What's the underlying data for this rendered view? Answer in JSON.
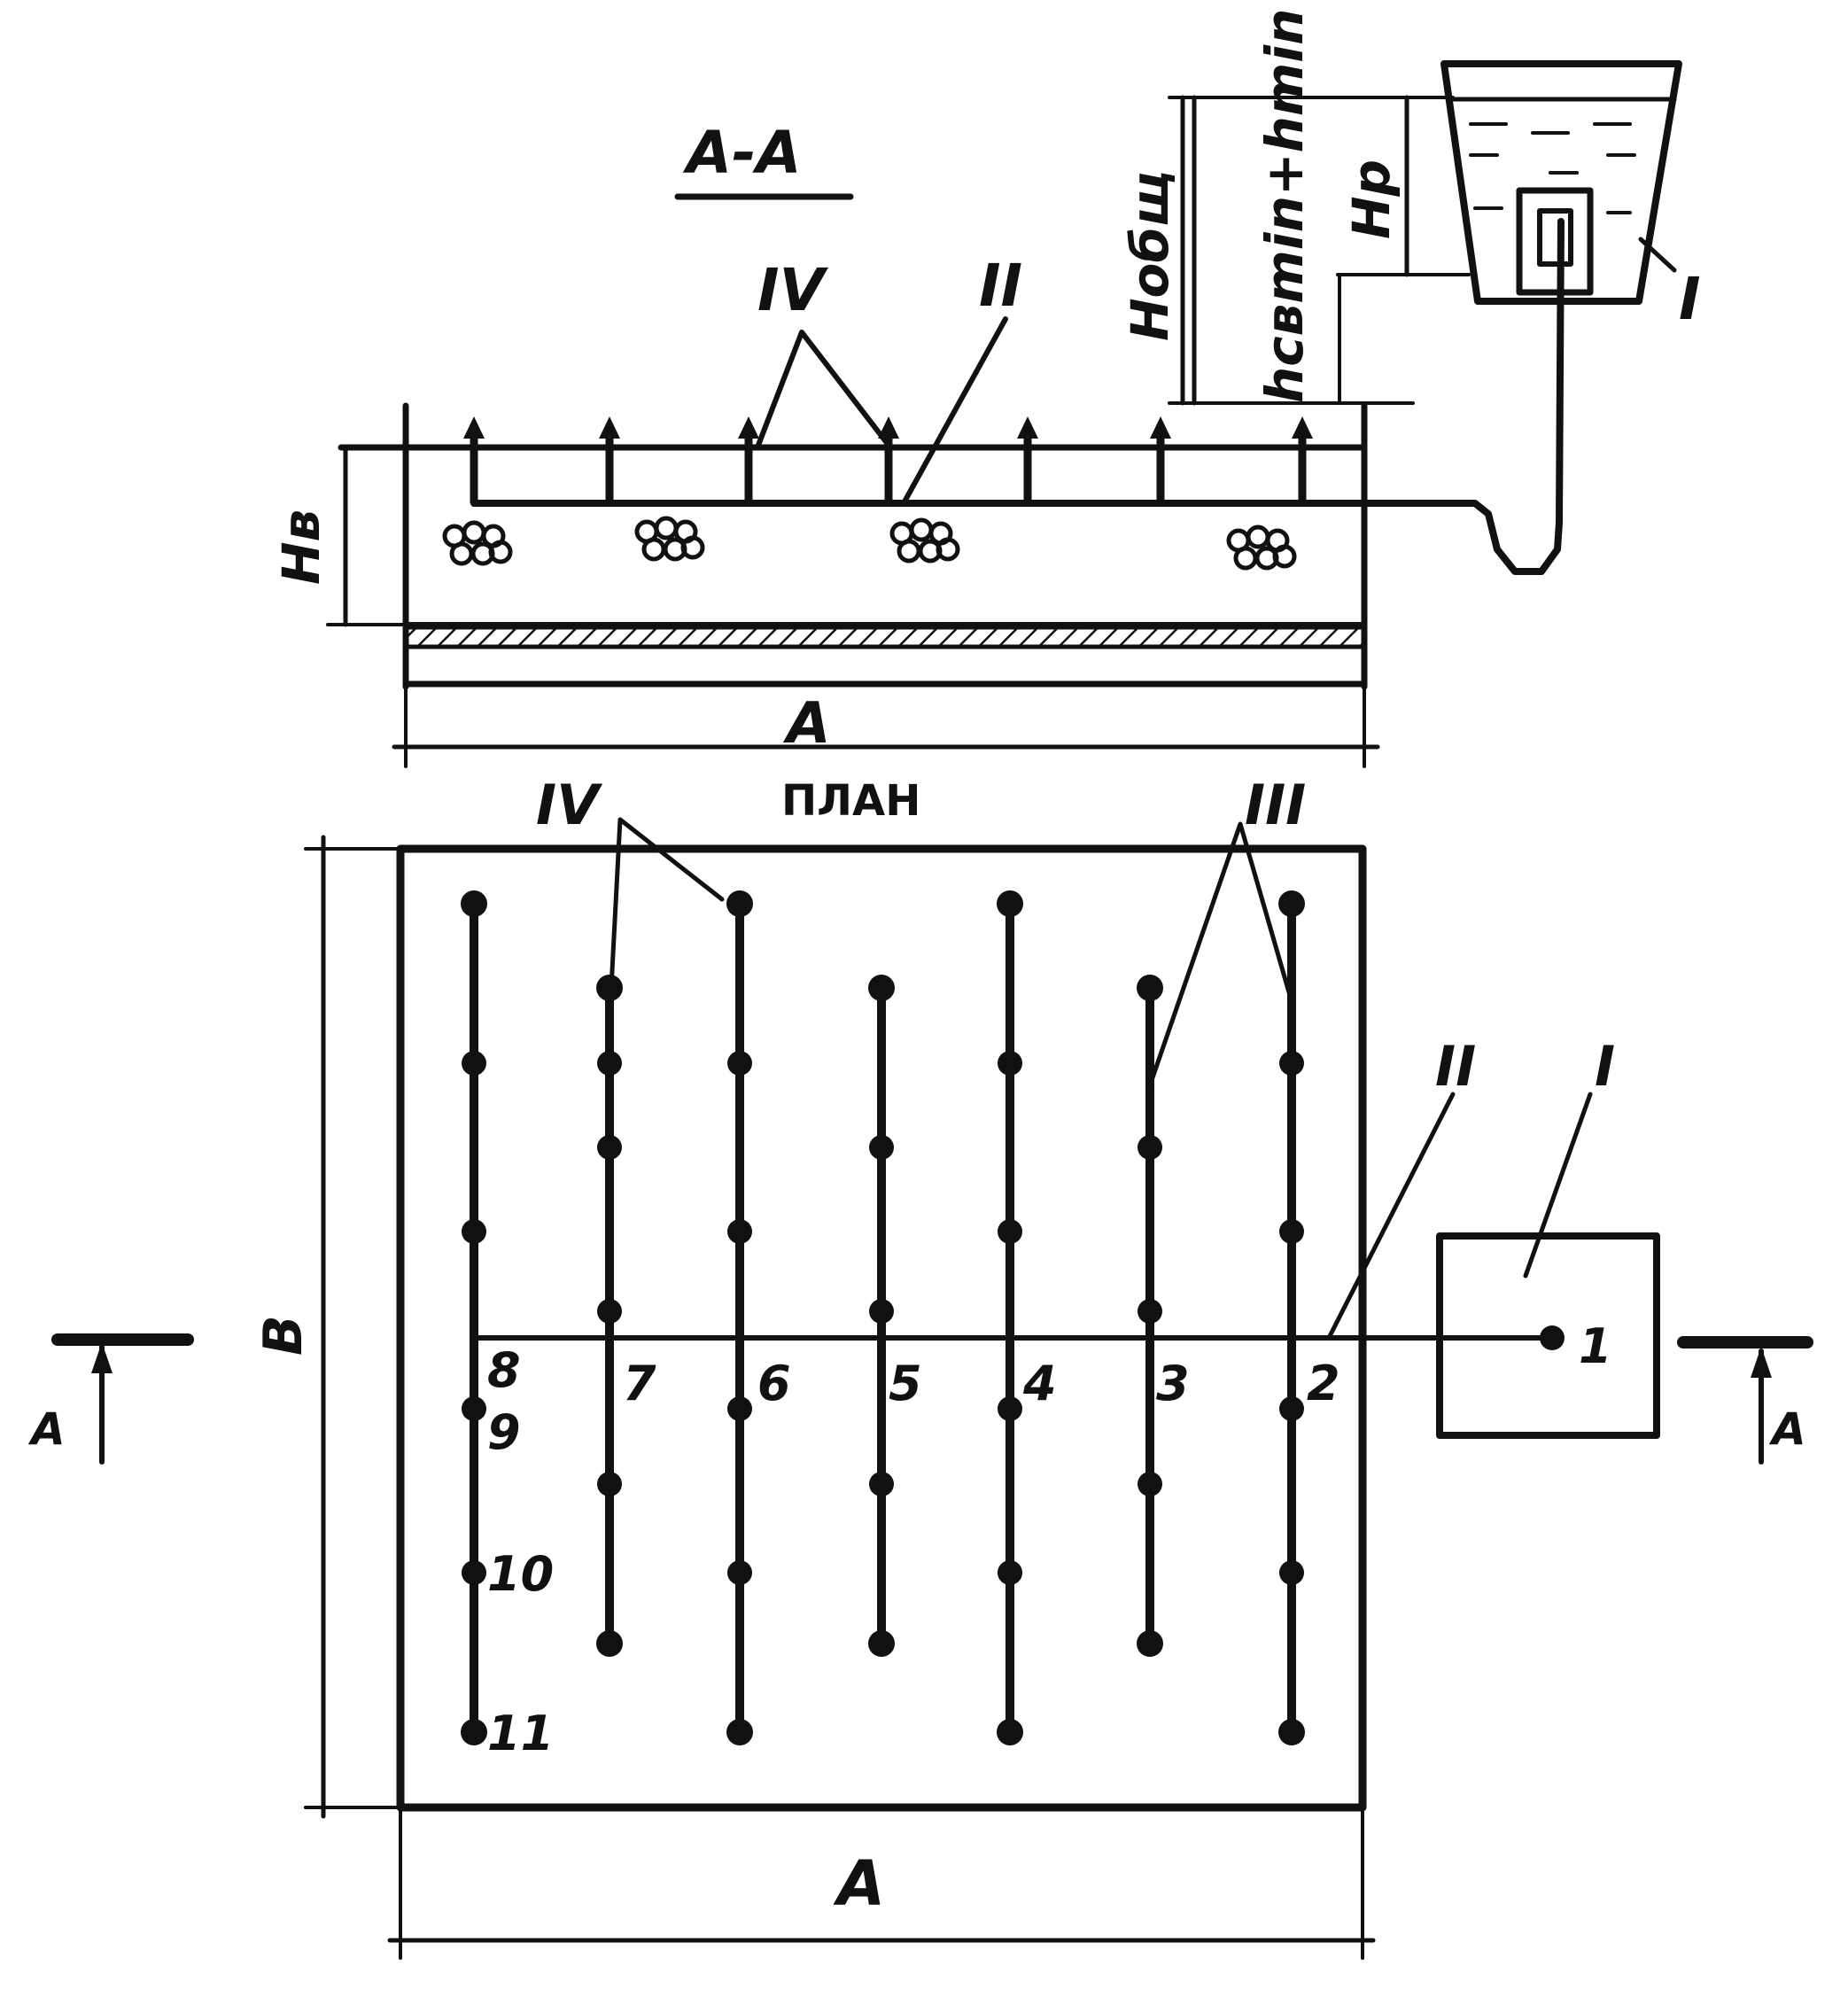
{
  "section": {
    "title": "А-А",
    "labels": {
      "emitters": "IV",
      "pipe": "II",
      "tank": "I",
      "h_total": "Hобщ",
      "h_sum": "hсвmin+hmin",
      "h_p": "Hp",
      "h_v": "Hв",
      "width": "A"
    }
  },
  "plan": {
    "title": "ПЛАН",
    "labels": {
      "emitters": "IV",
      "laterals": "III",
      "pipe": "II",
      "tank": "I",
      "width": "A",
      "height": "B",
      "section_left": "A",
      "section_right": "A"
    },
    "node_numbers": [
      "1",
      "2",
      "3",
      "4",
      "5",
      "6",
      "7",
      "8",
      "9",
      "10",
      "11"
    ]
  },
  "colors": {
    "ink": "#111111",
    "paper": "#ffffff"
  }
}
